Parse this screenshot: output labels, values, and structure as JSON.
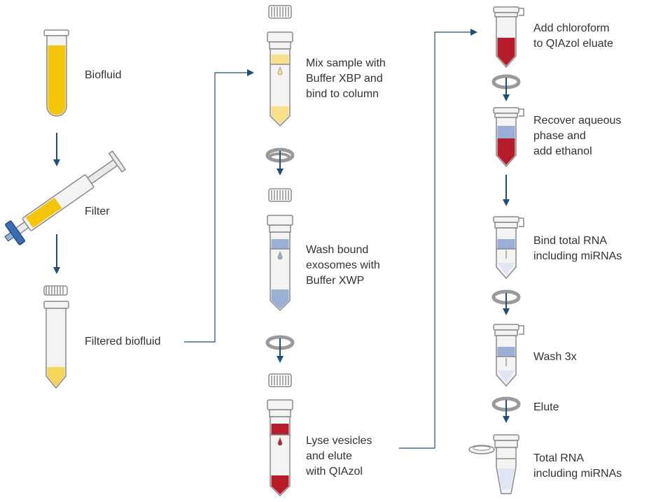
{
  "colors": {
    "arrow": "#1f4e79",
    "outline": "#8a8a8a",
    "tube_fill": "#f3f3f3",
    "cap_ribs": "#555555",
    "biofluid_yellow": "#f5c50a",
    "filtered_yellow": "#f7d65a",
    "mix_yellow": "#f8e08a",
    "wash_blue": "#9aaed6",
    "qiazol_red": "#b71c2a",
    "label_text": "#333333"
  },
  "icons": {
    "spin": "spin-centrifuge-icon",
    "arrow": "arrow-down-icon",
    "syringe": "syringe-filter-icon"
  },
  "steps": {
    "biofluid": {
      "lines": [
        "Biofluid"
      ]
    },
    "filter": {
      "lines": [
        "Filter"
      ]
    },
    "filtered": {
      "lines": [
        "Filtered biofluid"
      ]
    },
    "mix": {
      "lines": [
        "Mix sample with",
        "Buffer XBP and",
        "bind to column"
      ]
    },
    "wash": {
      "lines": [
        "Wash bound",
        "exosomes with",
        "Buffer XWP"
      ]
    },
    "lyse": {
      "lines": [
        "Lyse vesicles",
        "and elute",
        "with QIAzol"
      ]
    },
    "chloroform": {
      "lines": [
        "Add chloroform",
        "to QIAzol eluate"
      ]
    },
    "recover": {
      "lines": [
        "Recover aqueous",
        "phase and",
        "add ethanol"
      ]
    },
    "bind_rna": {
      "lines": [
        "Bind total RNA",
        "including miRNAs"
      ]
    },
    "wash3x": {
      "lines": [
        "Wash 3x"
      ]
    },
    "elute": {
      "lines": [
        "Elute"
      ]
    },
    "total_rna": {
      "lines": [
        "Total RNA",
        "including miRNAs"
      ]
    }
  }
}
